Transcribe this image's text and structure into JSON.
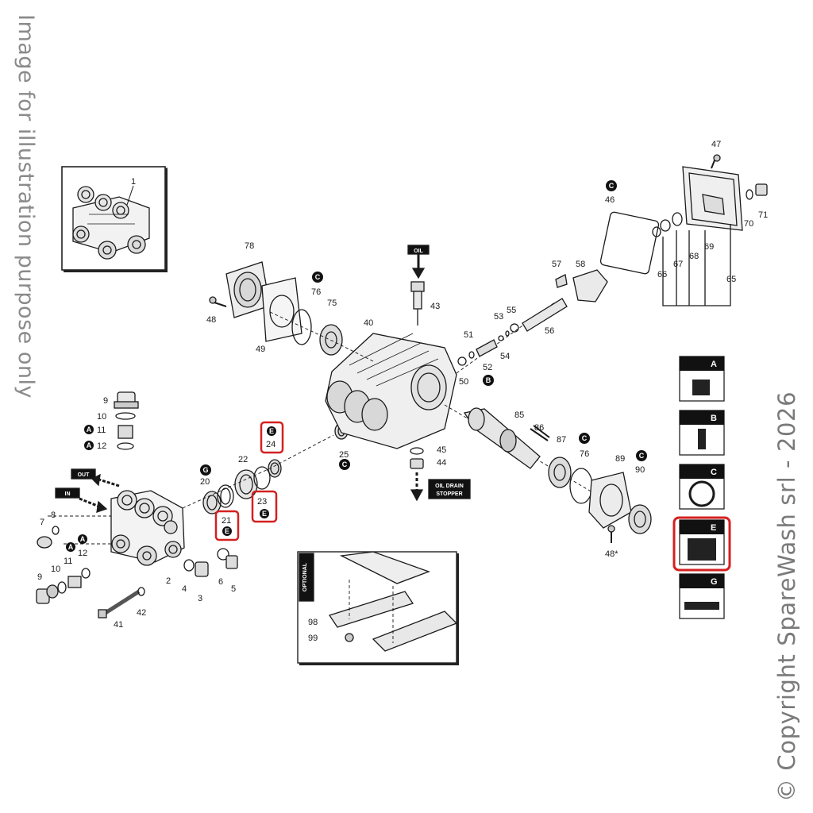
{
  "watermark_left": "Image for illustration purpose only",
  "watermark_right": "© Copyright SpareWash srl - 2026",
  "colors": {
    "highlight": "#d42020",
    "ink": "#1a1a1a",
    "panel": "#111111"
  },
  "labels": {
    "oil": "OIL",
    "out": "OUT",
    "in": "IN",
    "oil_drain_1": "OIL DRAIN",
    "oil_drain_2": "STOPPER",
    "optional": "OPTIONAL"
  },
  "parts": [
    {
      "n": "1"
    },
    {
      "n": "2"
    },
    {
      "n": "3"
    },
    {
      "n": "4"
    },
    {
      "n": "5"
    },
    {
      "n": "6"
    },
    {
      "n": "7"
    },
    {
      "n": "8"
    },
    {
      "n": "9"
    },
    {
      "n": "10"
    },
    {
      "n": "11"
    },
    {
      "n": "12"
    },
    {
      "n": "9"
    },
    {
      "n": "10"
    },
    {
      "n": "11"
    },
    {
      "n": "12"
    },
    {
      "n": "20"
    },
    {
      "n": "21"
    },
    {
      "n": "22"
    },
    {
      "n": "23"
    },
    {
      "n": "24"
    },
    {
      "n": "25"
    },
    {
      "n": "40"
    },
    {
      "n": "41"
    },
    {
      "n": "42"
    },
    {
      "n": "43"
    },
    {
      "n": "44"
    },
    {
      "n": "45"
    },
    {
      "n": "46"
    },
    {
      "n": "47"
    },
    {
      "n": "48"
    },
    {
      "n": "48*"
    },
    {
      "n": "49"
    },
    {
      "n": "50"
    },
    {
      "n": "51"
    },
    {
      "n": "52"
    },
    {
      "n": "53"
    },
    {
      "n": "54"
    },
    {
      "n": "55"
    },
    {
      "n": "56"
    },
    {
      "n": "57"
    },
    {
      "n": "58"
    },
    {
      "n": "65"
    },
    {
      "n": "66"
    },
    {
      "n": "67"
    },
    {
      "n": "68"
    },
    {
      "n": "69"
    },
    {
      "n": "70"
    },
    {
      "n": "71"
    },
    {
      "n": "75"
    },
    {
      "n": "76"
    },
    {
      "n": "76"
    },
    {
      "n": "78"
    },
    {
      "n": "85"
    },
    {
      "n": "86"
    },
    {
      "n": "87"
    },
    {
      "n": "89"
    },
    {
      "n": "90"
    },
    {
      "n": "98"
    },
    {
      "n": "99"
    }
  ],
  "badges": [
    "A",
    "A",
    "A",
    "A",
    "B",
    "C",
    "C",
    "C",
    "C",
    "E",
    "E",
    "E",
    "E",
    "G"
  ],
  "kits": [
    {
      "letter": "A",
      "icon": "valve-kit-icon"
    },
    {
      "letter": "B",
      "icon": "piston-kit-icon"
    },
    {
      "letter": "C",
      "icon": "oil-seal-kit-icon"
    },
    {
      "letter": "E",
      "icon": "water-seal-kit-icon",
      "highlighted": true
    },
    {
      "letter": "G",
      "icon": "gasket-kit-icon"
    }
  ]
}
